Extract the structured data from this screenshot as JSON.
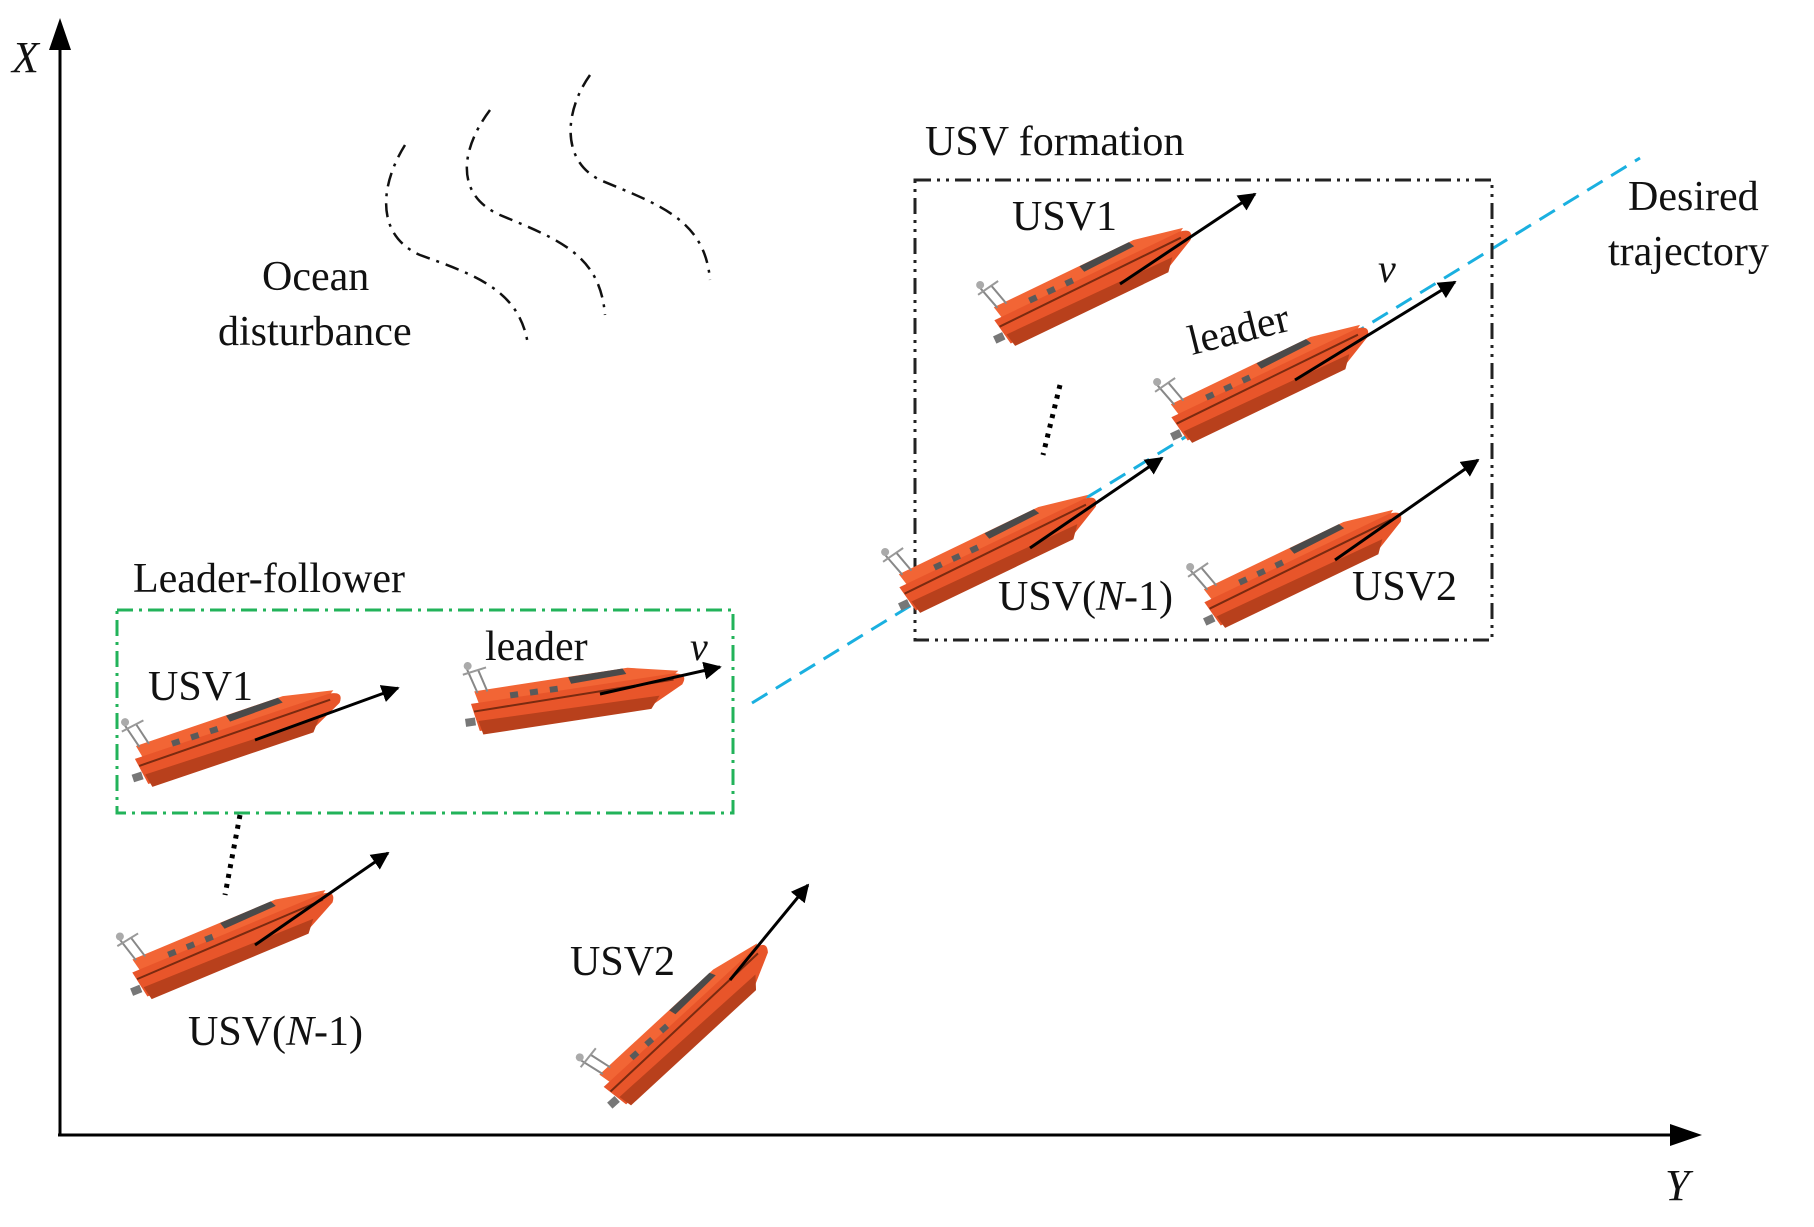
{
  "axes": {
    "x_label": "X",
    "y_label": "Y"
  },
  "disturbance": {
    "label_line1": "Ocean",
    "label_line2": "disturbance"
  },
  "trajectory": {
    "label_line1": "Desired",
    "label_line2": "trajectory",
    "color": "#1ab0e0"
  },
  "leader_follower": {
    "title": "Leader-follower",
    "box_color": "#22b35a",
    "usv1": "USV1",
    "leader": "leader",
    "velocity": "v",
    "usv_n1_prefix": "USV(",
    "usv_n1_italic": "N",
    "usv_n1_suffix": "-1)",
    "usv2": "USV2"
  },
  "formation": {
    "title": "USV formation",
    "box_color": "#222222",
    "usv1": "USV1",
    "leader": "leader",
    "velocity": "v",
    "usv_n1_prefix": "USV(",
    "usv_n1_italic": "N",
    "usv_n1_suffix": "-1)",
    "usv2": "USV2"
  },
  "colors": {
    "boat_hull": "#e8552a",
    "boat_dark": "#b8401c",
    "arrow": "#000000"
  }
}
